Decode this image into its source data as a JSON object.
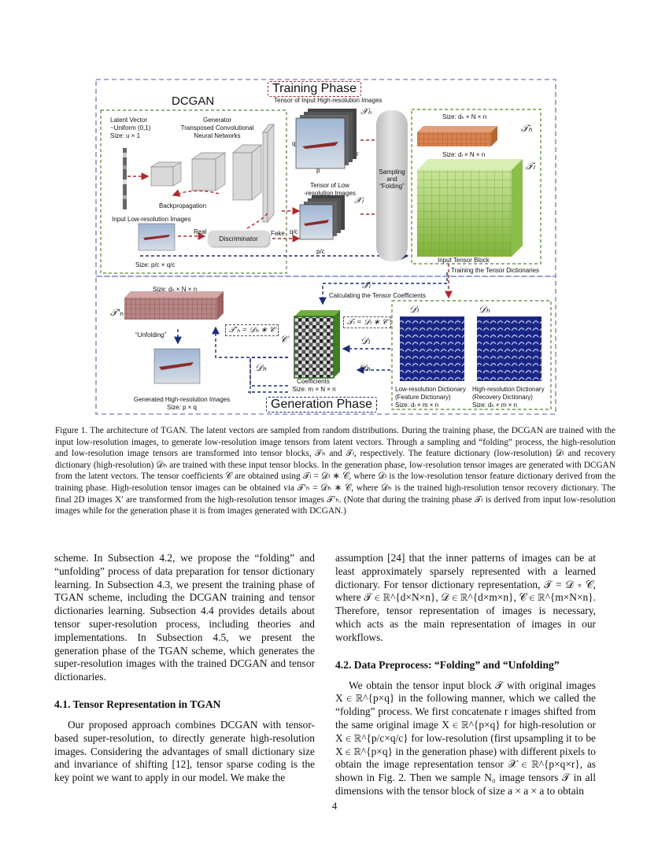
{
  "figure": {
    "training_phase_label": "Training Phase",
    "generation_phase_label": "Generation Phase",
    "dcgan_label": "DCGAN",
    "latent_vector": [
      "Latent Vector",
      "~Uniform (0,1)",
      "Size: u × 1"
    ],
    "generator": [
      "Generator",
      "Transposed Convolutional",
      "Neural Networks"
    ],
    "backpropagation": "Backpropagation",
    "input_lowres_images": "Input Low-resolution Images",
    "real": "Real",
    "fake": "Fake",
    "discriminator": "Discriminator",
    "lowres_size": "Size: p/c × q/c",
    "hr_tensor_title": "Tensor of Input High-resolution Images",
    "hr_tensor_symbol": "𝒳ₕ",
    "lr_tensor_title": [
      "Tensor of Low",
      "-resolution Images"
    ],
    "lr_tensor_symbol": "𝒳ₗ",
    "dim_q": "q",
    "dim_p": "p",
    "dim_r": "r",
    "dim_qc": "q/c",
    "dim_pc": "p/c",
    "sampling": [
      "Sampling",
      "and",
      "“Folding”"
    ],
    "size_dh": "Size: dₕ × N × n",
    "size_dl": "Size: dₗ × N × n",
    "symbol_th": "𝒯ₕ",
    "symbol_tl": "𝒯ₗ",
    "input_tensor_block": "Input Tensor Block",
    "training_dicts": "Training the Tensor Dictionaries",
    "calc_coeffs": "Calculating the Tensor Coefficients",
    "symbol_tl_arrow": "𝒯ₗ",
    "size_dh_gen": "Size: dₕ × N × n",
    "symbol_th_prime": "𝒯′ₕ",
    "unfolding": "“Unfolding”",
    "eq_th_prime": "𝒯′ₕ = 𝒟ₕ ∗ 𝒞",
    "eq_tl": "𝒯ₗ = 𝒟ₗ ∗ 𝒞",
    "symbol_c": "𝒞",
    "symbol_dl": "𝒟ₗ",
    "symbol_dh": "𝒟ₕ",
    "coefficients": "Coefficients",
    "coeff_size": "Size: m × N × n",
    "generated_hr_images": "Generated High-resolution Images",
    "generated_size": "Size: p × q",
    "lr_dict": [
      "Low-resolution Dictionary",
      "(Feature Dictionary)",
      "Size: dₗ × m × n"
    ],
    "hr_dict": [
      "High-resolution Dictionary",
      "(Recovery Dictionary)",
      "Size: dₕ × m × n"
    ],
    "colors": {
      "training_frame": "#8c8fd6",
      "dcgan_frame": "#4d8a2a",
      "red_arrow": "#b3262e",
      "blue_arrow": "#1d2c7a"
    }
  },
  "caption": "Figure 1. The architecture of TGAN. The latent vectors are sampled from random distributions. During the training phase, the DCGAN are trained with the input low-resolution images, to generate low-resolution image tensors from latent vectors. Through a sampling and “folding” process, the high-resolution and low-resolution image tensors are transformed into tensor blocks, 𝒯ₕ and 𝒯ₗ, respectively. The feature dictionary (low-resolution) 𝒟ₗ and recovery dictionary (high-resolution) 𝒟ₕ are trained with these input tensor blocks. In the generation phase, low-resolution tensor images are generated with DCGAN from the latent vectors. The tensor coefficients 𝒞 are obtained using 𝒯ₗ = 𝒟ₗ ∗ 𝒞, where 𝒟ₗ is the low-resolution tensor feature dictionary derived from the training phase. High-resolution tensor images can be obtained via 𝒯′ₕ = 𝒟ₕ ∗ 𝒞, where 𝒟ₕ is the trained high-resolution tensor recovery dictionary. The final 2D images X′ are transformed from the high-resolution tensor images 𝒯′ₕ. (Note that during the training phase 𝒯ₗ is derived from input low-resolution images while for the generation phase it is from images generated with DCGAN.)",
  "left_column": {
    "para1": "scheme. In Subsection 4.2, we propose the “folding” and “unfolding” process of data preparation for tensor dictionary learning. In Subsection 4.3, we present the training phase of TGAN scheme, including the DCGAN training and tensor dictionaries learning. Subsection 4.4 provides details about tensor super-resolution process, including theories and implementations. In Subsection 4.5, we present the generation phase of the TGAN scheme, which generates the super-resolution images with the trained DCGAN and tensor dictionaries.",
    "heading": "4.1. Tensor Representation in TGAN",
    "para2": "Our proposed approach combines DCGAN with tensor-based super-resolution, to directly generate high-resolution images. Considering the advantages of small dictionary size and invariance of shifting [12], tensor sparse coding is the key point we want to apply in our model. We make the"
  },
  "right_column": {
    "para1": "assumption [24] that the inner patterns of images can be at least approximately sparsely represented with a learned dictionary. For tensor dictionary representation, 𝒯 = 𝒟 ∗ 𝒞, where 𝒯 ∈ ℝ^{d×N×n}, 𝒟 ∈ ℝ^{d×m×n}, 𝒞 ∈ ℝ^{m×N×n}. Therefore, tensor representation of images is necessary, which acts as the main representation of images in our workflows.",
    "heading": "4.2. Data Preprocess: “Folding” and “Unfolding”",
    "para2": "We obtain the tensor input block 𝒯 with original images X ∈ ℝ^{p×q} in the following manner, which we called the “folding” process. We first concatenate r images shifted from the same original image X ∈ ℝ^{p×q} for high-resolution or X ∈ ℝ^{p/c×q/c} for low-resolution (first upsampling it to be X ∈ ℝ^{p×q} in the generation phase) with different pixels to obtain the image representation tensor 𝒳 ∈ ℝ^{p×q×r}, as shown in Fig. 2. Then we sample N₀ image tensors 𝒯 in all dimensions with the tensor block of size a × a × a to obtain"
  },
  "page_number": "4"
}
